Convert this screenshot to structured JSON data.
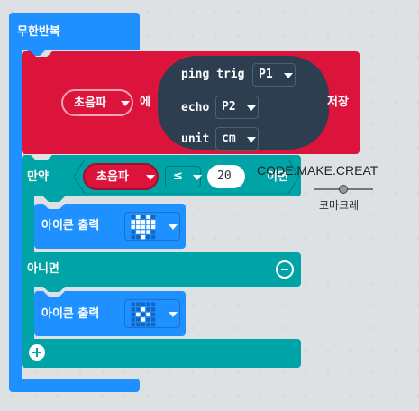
{
  "forever_block": {
    "label": "무한반복",
    "color": "#1e90ff"
  },
  "store_block": {
    "variable": "초음파",
    "particle": "에",
    "store_label": "저장",
    "color": "#dc143c",
    "sensor": {
      "ping_label": "ping trig",
      "trig_pin": "P1",
      "echo_label": "echo",
      "echo_pin": "P2",
      "unit_label": "unit",
      "unit_value": "cm",
      "color": "#2c3e50"
    }
  },
  "if_block": {
    "if_label": "만약",
    "variable": "초음파",
    "operator": "≤",
    "value": "20",
    "then_label": "이면",
    "else_label": "아니면",
    "color": "#00a4a6"
  },
  "show_icon_then": {
    "label": "아이콘 출력",
    "icon": "heart-icon"
  },
  "show_icon_else": {
    "label": "아이콘 출력",
    "icon": "small-diamond-icon"
  },
  "watermark": {
    "title": "CODE.MAKE.CREAT",
    "subtitle": "코마크레"
  }
}
